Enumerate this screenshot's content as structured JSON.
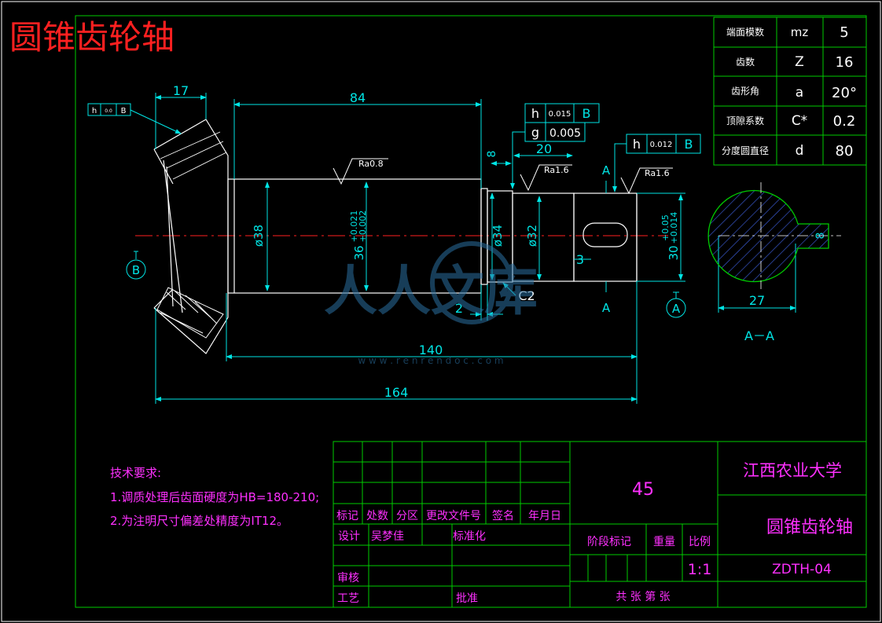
{
  "title": "圆锥齿轮轴",
  "params": [
    {
      "name": "端面模数",
      "symbol": "mz",
      "value": "5"
    },
    {
      "name": "齿数",
      "symbol": "Z",
      "value": "16"
    },
    {
      "name": "齿形角",
      "symbol": "a",
      "value": "20°"
    },
    {
      "name": "顶隙系数",
      "symbol": "C*",
      "value": "0.2"
    },
    {
      "name": "分度圆直径",
      "symbol": "d",
      "value": "80"
    }
  ],
  "dims": {
    "d17": "17",
    "d84": "84",
    "d20": "20",
    "d8": "8",
    "d3": "3",
    "d2": "2",
    "d140": "140",
    "d164": "164",
    "d27": "27",
    "d8k": "8",
    "dia38": "ø38",
    "dia36": "36",
    "tol36a": "+0.021",
    "tol36b": "+0.002",
    "dia34": "ø34",
    "dia32": "ø32",
    "dia30": "30",
    "tol30a": "+0.05",
    "tol30b": "+0.014",
    "c2": "C2"
  },
  "tolerances": {
    "left": {
      "sym": "h",
      "val": "0.0",
      "ref": "B"
    },
    "mid_h": {
      "sym": "h",
      "val": "0.015",
      "ref": "B"
    },
    "mid_g": {
      "sym": "g",
      "val": "0.005"
    },
    "right": {
      "sym": "h",
      "val": "0.012",
      "ref": "B"
    }
  },
  "roughness": {
    "r1": "Ra0.8",
    "r2": "Ra1.6",
    "r3": "Ra1.6"
  },
  "datum_B": "B",
  "datum_A": "A",
  "section_A_top": "A",
  "section_A_bottom": "A",
  "section_label": "A－A",
  "watermark": {
    "brand": "人人文库",
    "url": "w w w . r e n r e n d o c . c o m"
  },
  "tech": {
    "heading": "技术要求:",
    "line1": "1.调质处理后齿面硬度为HB=180-210;",
    "line2": "2.为注明尺寸偏差处精度为IT12。"
  },
  "titleblock": {
    "material": "45",
    "school": "江西农业大学",
    "part_name": "圆锥齿轮轴",
    "drawing_no": "ZDTH-04",
    "scale": "1:1",
    "h_biaoji": "标记",
    "h_chushu": "处数",
    "h_fenqu": "分区",
    "h_gengai": "更改文件号",
    "h_qianming": "签名",
    "h_nianyueri": "年月日",
    "sheji": "设计",
    "designer": "吴梦佳",
    "biaozhunhua": "标准化",
    "shenhe": "审核",
    "gongyi": "工艺",
    "pizhun": "批准",
    "jieduan": "阶段标记",
    "zhongliang": "重量",
    "bili": "比例",
    "sheets": "共    张  第    张"
  }
}
